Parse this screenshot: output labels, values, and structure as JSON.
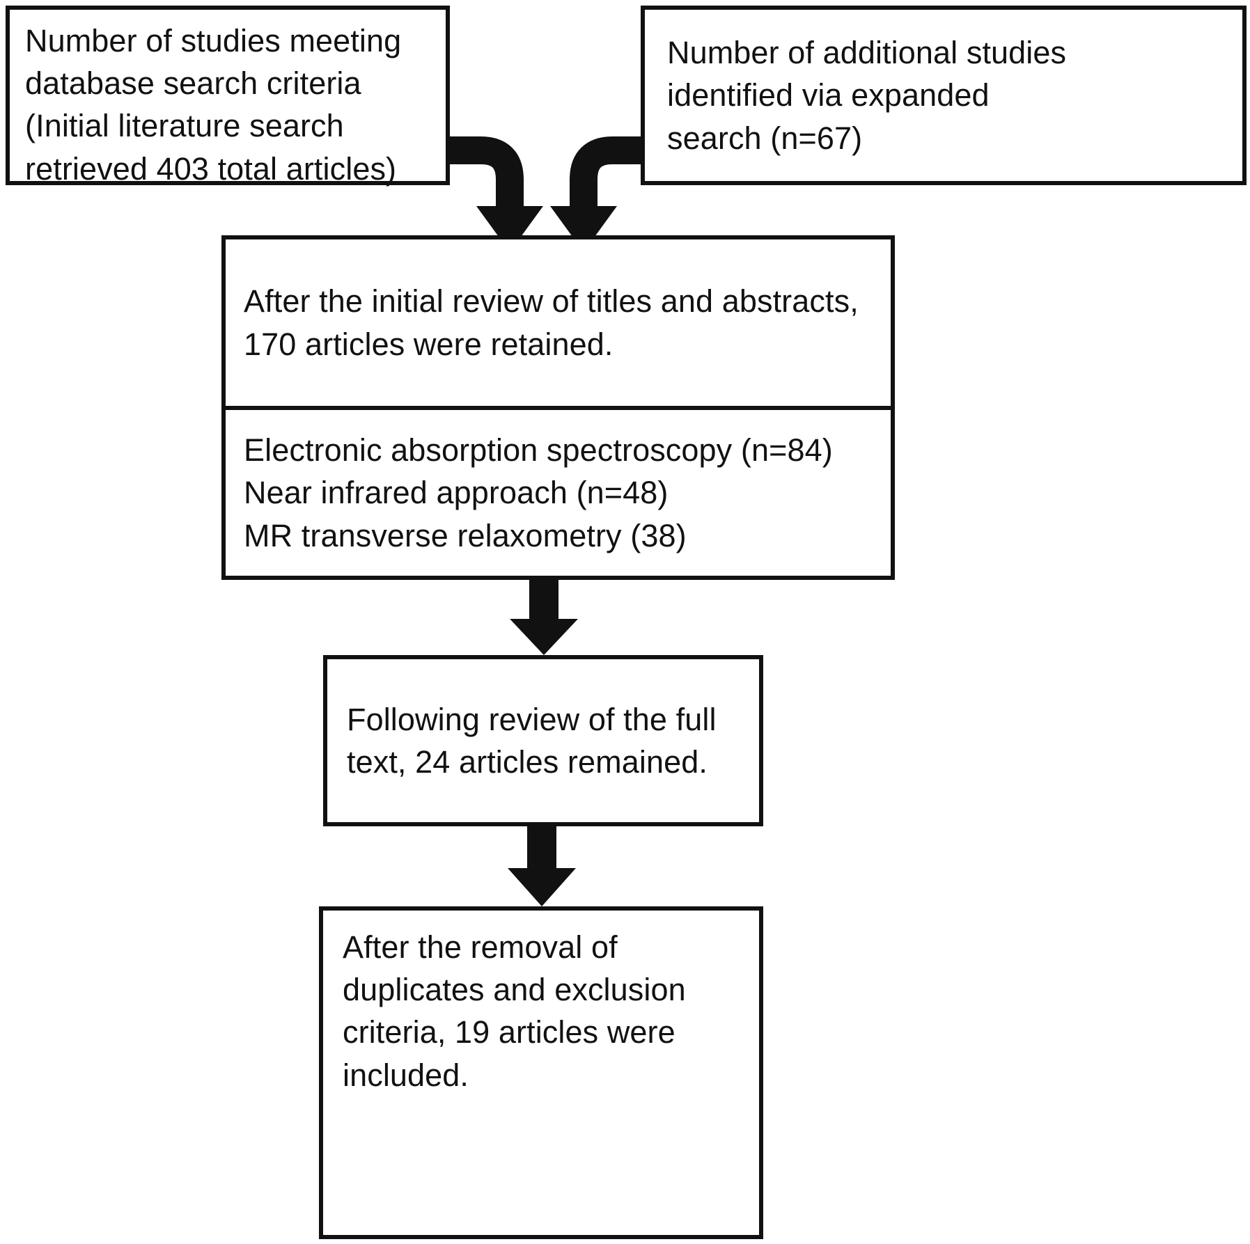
{
  "diagram": {
    "type": "flowchart",
    "title": "Study selection flow diagram",
    "orientation": "top-to-bottom",
    "colors": {
      "box_border": "#111111",
      "box_fill": "#ffffff",
      "arrow": "#111111",
      "text": "#111111",
      "page_background": "#ffffff"
    },
    "nodes": [
      {
        "id": "database-search",
        "text": "Number of studies meeting\ndatabase search criteria\n(Initial literature search\nretrieved 403 total articles)",
        "value": 403,
        "position": "top-left"
      },
      {
        "id": "expanded-search",
        "text": "Number of additional studies\nidentified via expanded\nsearch (n=67)",
        "value": 67,
        "position": "top-right"
      },
      {
        "id": "initial-review",
        "section_top": "After the initial review of titles and abstracts,\n170 articles were retained.",
        "section_bottom": "Electronic absorption spectroscopy (n=84)\nNear infrared approach (n=48)\nMR transverse relaxometry (38)",
        "value": 170,
        "breakdown": [
          {
            "label": "Electronic absorption spectroscopy",
            "n": 84
          },
          {
            "label": "Near infrared approach",
            "n": 48
          },
          {
            "label": "MR transverse relaxometry",
            "n": 38
          }
        ],
        "position": "middle"
      },
      {
        "id": "full-text-review",
        "text": "Following review of the full\ntext, 24 articles remained.",
        "value": 24,
        "position": "lower-middle"
      },
      {
        "id": "final-included",
        "text": "After the removal of\nduplicates and exclusion\ncriteria, 19 articles were\nincluded.",
        "value": 19,
        "position": "bottom"
      }
    ],
    "edges": [
      {
        "from": "database-search",
        "to": "initial-review",
        "style": "elbow-down-arrow"
      },
      {
        "from": "expanded-search",
        "to": "initial-review",
        "style": "elbow-down-arrow"
      },
      {
        "from": "initial-review",
        "to": "full-text-review",
        "style": "straight-down-arrow"
      },
      {
        "from": "full-text-review",
        "to": "final-included",
        "style": "straight-down-arrow"
      }
    ]
  }
}
